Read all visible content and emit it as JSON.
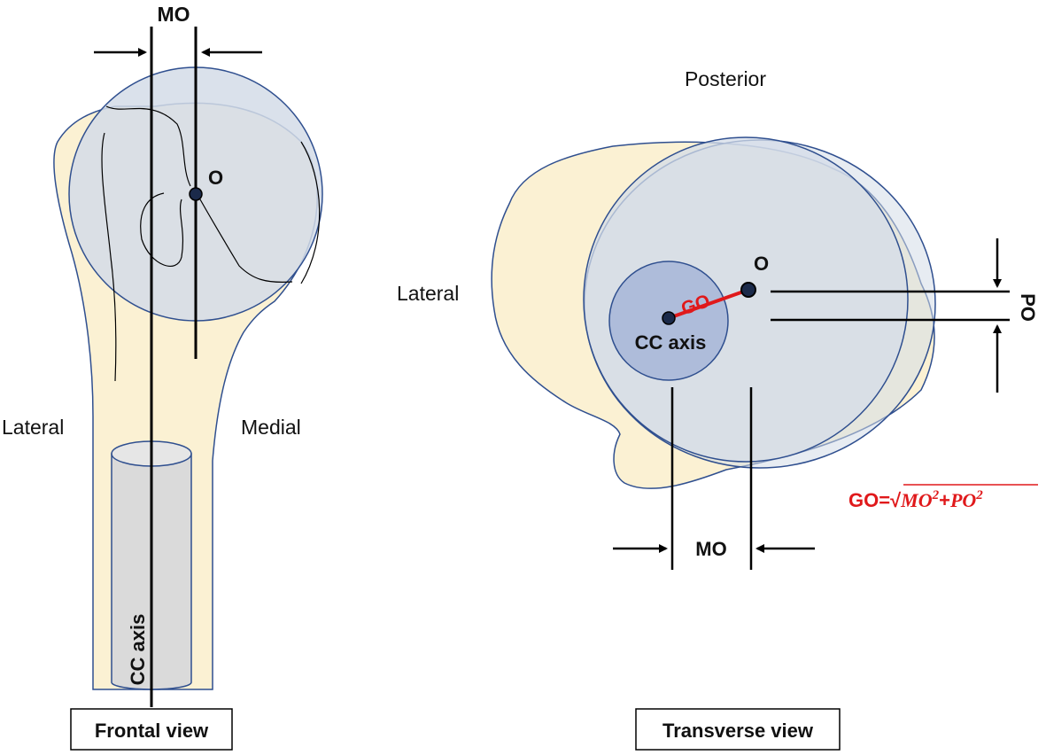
{
  "frontal": {
    "mo_label": "MO",
    "o_label": "O",
    "lateral_label": "Lateral",
    "medial_label": "Medial",
    "cc_axis_label": "CC axis",
    "view_label": "Frontal view"
  },
  "transverse": {
    "posterior_label": "Posterior",
    "lateral_label": "Lateral",
    "o_label": "O",
    "go_label": "GO",
    "cc_axis_label": "CC axis",
    "po_label": "PO",
    "mo_label": "MO",
    "view_label": "Transverse view",
    "formula": {
      "prefix": "GO=√",
      "term1": "MO",
      "plus": "+",
      "term2": "PO",
      "exponent": "2"
    }
  },
  "colors": {
    "bone_fill": "#fbf1d3",
    "head_fill": "#d4dce8",
    "shaft_cylinder_fill": "#dadada",
    "canal_fill": "#a9b8d8",
    "outline": "#2f4f8f",
    "accent_red": "#e0191b",
    "line": "#000000"
  }
}
